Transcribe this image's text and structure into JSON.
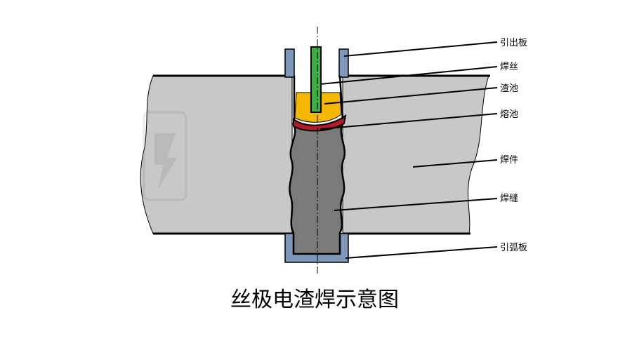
{
  "title": "丝极电渣焊示意图",
  "labels": {
    "run_out_plate": "引出板",
    "wire": "焊丝",
    "slag_pool": "渣池",
    "molten_pool": "熔池",
    "workpiece": "焊件",
    "weld_seam": "焊缝",
    "run_in_plate": "引弧板"
  },
  "colors": {
    "workpiece": "#c8c8c8",
    "plate": "#7f97b9",
    "slag": "#f5b800",
    "molten": "#b51a2a",
    "weld": "#7a7a7a",
    "wire": "#3fae49",
    "outline": "#000000"
  }
}
